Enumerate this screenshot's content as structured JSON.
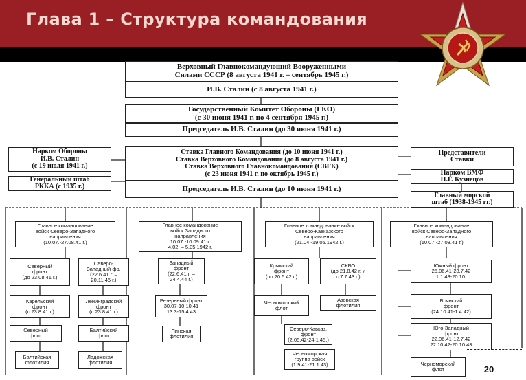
{
  "header": {
    "title": "Глава 1 – Структура командования"
  },
  "boxes": {
    "supreme_title": "Верховный Главнокомандующий Вооруженными\nСилами СССР (8 августа 1941 г. – сентябрь 1945 г.)",
    "supreme_name": "И.В. Сталин (с 8 августа 1941 г.)",
    "gko_title": "Государственный Комитет Обороны (ГКО)\n(с 30 июня 1941 г. по 4 сентября 1945 г.)",
    "gko_chair": "Председатель И.В. Сталин (до 30 июня 1941 г.)",
    "narkom": "Нарком Обороны\nИ.В. Сталин\n(с 19 июля 1941 г.)",
    "genshtab": "Генеральный штаб\nРККА (с 1935 г.)",
    "stavka_title": "Ставка Главного Командования (до 10 июня 1941 г.)\nСтавка Верховного Командования (до 8 августа 1941 г.)\nСтавка Верховного Главнокомандования (СВГК)\n(с 23 июня 1941 г. по октябрь 1945 г.)",
    "stavka_chair": "Председатель И.В. Сталин (до 10 июня 1941 г.)",
    "reps": "Представители\nСтавки",
    "vmf": "Нарком ВМФ\nН.Г. Кузнецов",
    "navy_hq": "Главный морской\nштаб (1938-1945 гг.)",
    "dir_nw": "Главное командование\nвойск Северо-Западного\nнаправления\n(10.07.-27.08.41 г.)",
    "dir_w": "Главное командование\nвойск Западного\nнаправления\n10.07.-10.09.41 г.\n4.02. – 5.05.1942 г.",
    "dir_nc": "Главное командование войск\nСеверо-Кавказского\nнаправления\n(21.04.-19.05.1942 г.)",
    "dir_sw": "Главное командование\nвойск Северо-Западного\nнаправления\n(10.07.-27.08.41 г.)",
    "f_north": "Северный\nфронт\n(до 23.08.41 г.)",
    "f_nw": "Северо-\nЗападный фр.\n(22.6.41 г. –\n20.11.45 г.)",
    "f_karel": "Карельский\nфронт\n(с 23.8.41 г.)",
    "f_lenin": "Ленинградский\nфронт\n(с 23.8.41 г.)",
    "f_north2": "Северный\nфлот",
    "f_baltic": "Балтийский\nфлот",
    "f_ladoga_flot": "Балтийская\nфлотилия",
    "f_ladoga": "Ладожская\nфлотилия",
    "f_west": "Западный\nфронт\n(22.6.41 г. –\n24.4.44 г.)",
    "f_reserve": "Резервный фронт\n30.07-10.10.41\n13.3-15.4.43",
    "f_pinsk": "Пинская\nфлотилия",
    "f_crimea": "Крымский\nфронт\n(по 20.5.42 г.)",
    "f_skvo": "СКВО\n(до 21.8.42 г. и\nс 7.7.43 г.)",
    "f_blacksea": "Черноморский\nфлот",
    "f_azov": "Азовская\nфлотилия",
    "f_nc_front": "Северо-Кавказ.\nфронт\n(2.05.42-24.1.45.)",
    "f_bs_group": "Черноморская\nгруппа войск\n(1.9.41-21.1.43)",
    "f_south": "Южный фронт\n25.06.41-28.7.42\n1.1.43-20.10.",
    "f_bryansk": "Брянский\nфронт\n(24.10.41-1.4.42)",
    "f_sw": "Юго-Западный\nфронт\n22.06.41-12.7.42\n22.10.42-20.10.43",
    "f_bs_flot2": "Черноморский\nфлот"
  },
  "page_number": "20"
}
